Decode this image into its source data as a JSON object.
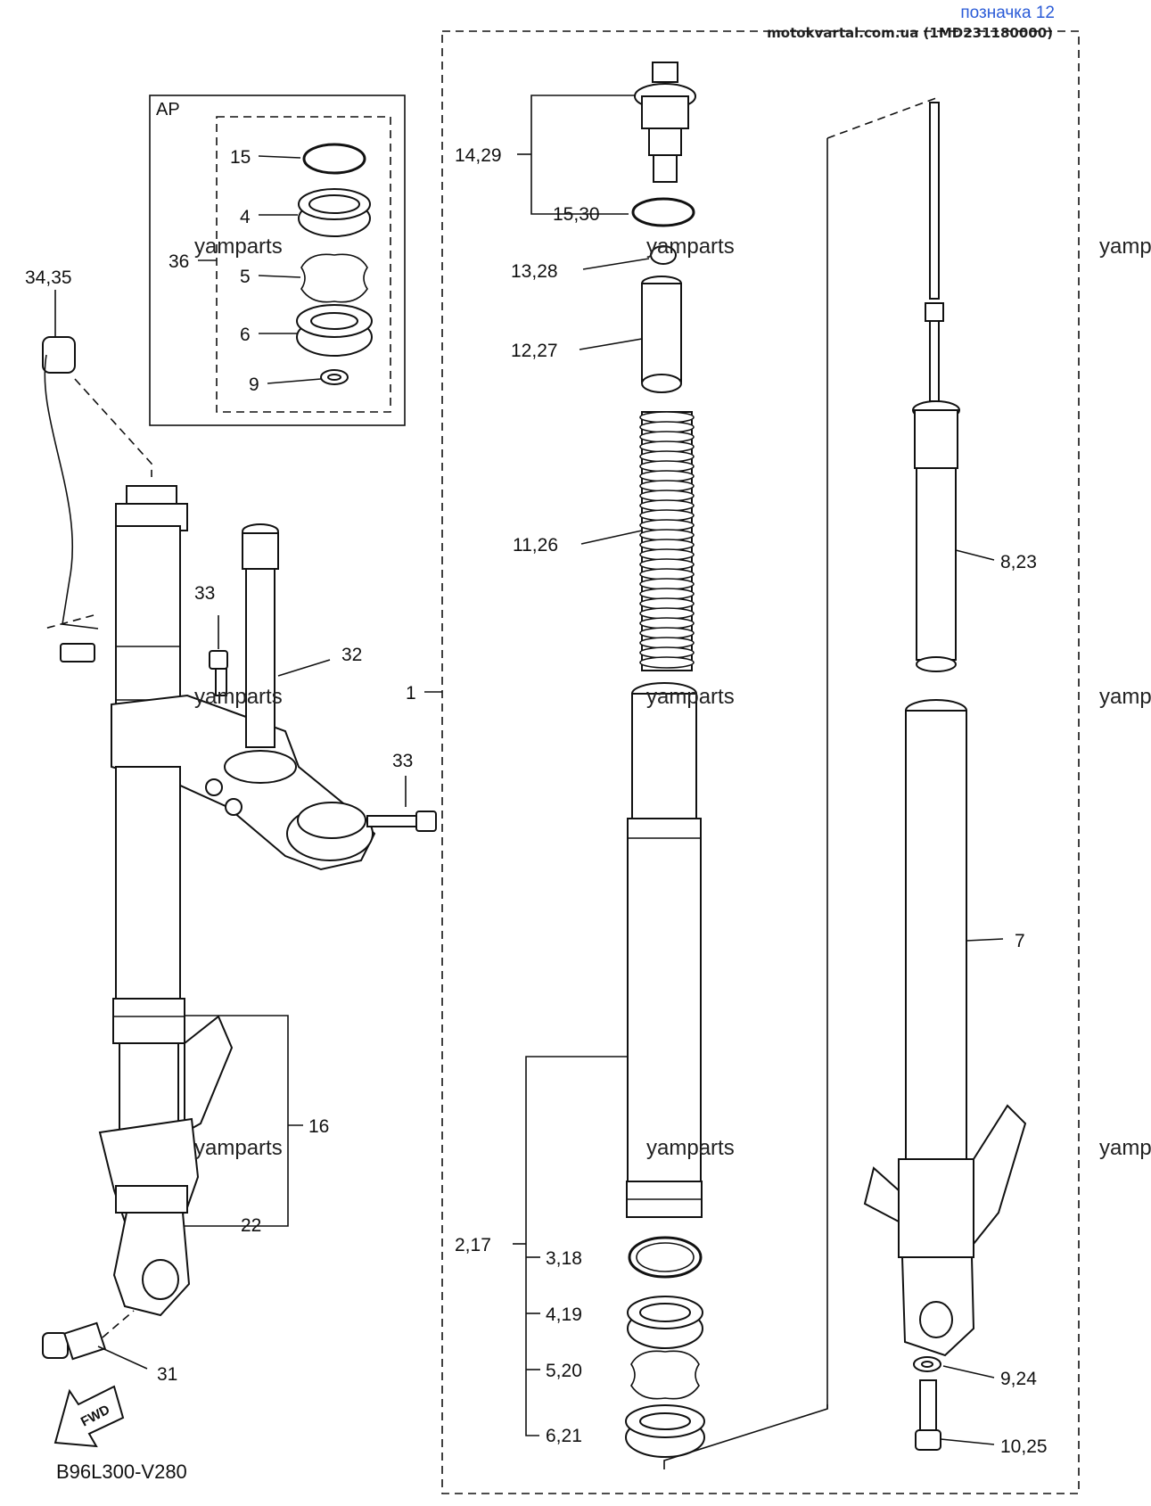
{
  "header": {
    "title": "позначка 12",
    "source": "motokvartal.com.ua (1MD231180000)"
  },
  "diagram_code": "B96L300-V280",
  "box_label": "AP",
  "fwd_label": "FWD",
  "watermark": "yamparts",
  "watermark_clipped": "yamp",
  "labels": {
    "p15": "15",
    "p4": "4",
    "p36": "36",
    "p5": "5",
    "p6": "6",
    "p9": "9",
    "p34_35": "34,35",
    "p33a": "33",
    "p33b": "33",
    "p32": "32",
    "p16": "16",
    "p22": "22",
    "p31": "31",
    "p1": "1",
    "p14_29": "14,29",
    "p15_30": "15,30",
    "p13_28": "13,28",
    "p12_27": "12,27",
    "p11_26": "11,26",
    "p2_17": "2,17",
    "p3_18": "3,18",
    "p4_19": "4,19",
    "p5_20": "5,20",
    "p6_21": "6,21",
    "p8_23": "8,23",
    "p7": "7",
    "p9_24": "9,24",
    "p10_25": "10,25"
  }
}
